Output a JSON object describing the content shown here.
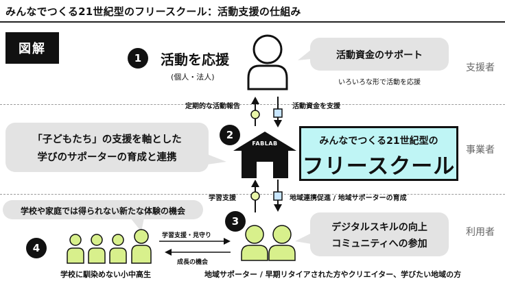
{
  "title": "みんなでつくる21世紀型のフリースクール：活動支援の仕組み",
  "badge": "図解",
  "supporter": {
    "number": "1",
    "heading": "活動を応援",
    "sub": "(個人・法人)",
    "bubble_title": "活動資金のサポート",
    "bubble_sub": "いろいろな形で活動を応援",
    "side_label": "支援者"
  },
  "flows_top": {
    "left": "定期的な活動報告",
    "right": "活動資金を支援"
  },
  "business": {
    "number": "2",
    "bubble_line1": "「子どもたち」の支援を軸とした",
    "bubble_line2": "学びのサポーターの育成と連携",
    "building_label": "FABLAB",
    "name_sub": "みんなでつくる21世紀型の",
    "name_main": "フリースクール",
    "side_label": "事業者"
  },
  "flows_bottom": {
    "left": "学習支援",
    "right": "地域連携促進 / 地域サポーターの育成"
  },
  "users": {
    "number": "3",
    "bubble_line1": "デジタルスキルの向上",
    "bubble_line2": "コミュニティへの参加",
    "side_label": "利用者",
    "caption": "地域サポーター / 早期リタイアされた方やクリエイター、学びたい地域の方"
  },
  "students": {
    "number": "4",
    "bubble": "学校や家庭では得られない新たな体験の機会",
    "caption": "学校に馴染めない小中高生",
    "arrow_top": "学習支援・見守り",
    "arrow_bottom": "成長の機会"
  },
  "colors": {
    "person_green": "#d8f08c",
    "highlight_cyan": "#bff5f5",
    "node_green": "#e8f5a8",
    "node_blue": "#c8e6ff"
  }
}
